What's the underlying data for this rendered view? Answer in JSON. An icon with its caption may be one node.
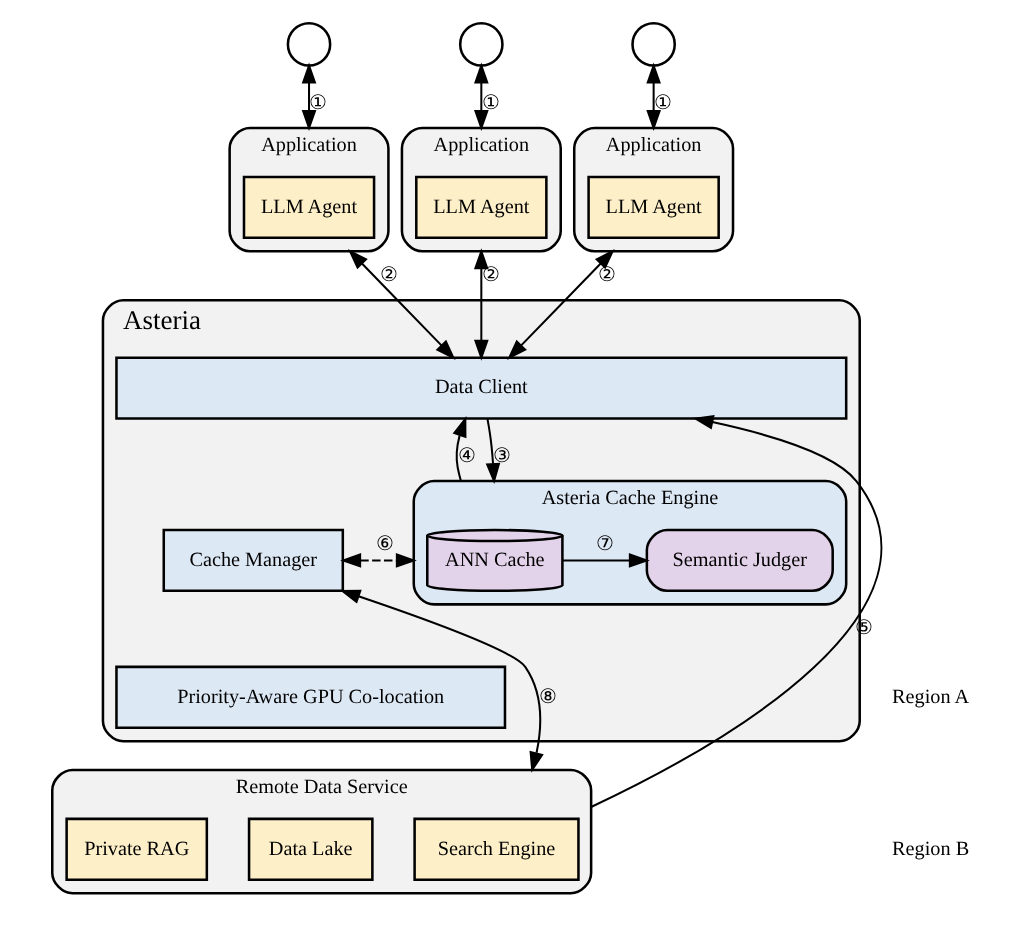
{
  "diagram": {
    "nodes": [
      {
        "text": [],
        "shape": "person"
      },
      {
        "text": [],
        "shape": "person"
      },
      {
        "text": [],
        "shape": "person"
      },
      {
        "text": [
          "Application"
        ]
      },
      {
        "text": [
          "LLM Agent"
        ],
        "in": 3
      },
      {
        "text": [
          "Application"
        ]
      },
      {
        "text": [
          "LLM Agent"
        ],
        "in": 5
      },
      {
        "text": [
          "Application"
        ]
      },
      {
        "text": [
          "LLM Agent"
        ],
        "in": 7
      },
      {
        "text": [
          "Asteria"
        ]
      },
      {
        "text": [
          "Data Client"
        ],
        "in": 9
      },
      {
        "text": [
          "Cache Manager"
        ],
        "in": 9
      },
      {
        "text": [
          "Asteria Cache Engine"
        ],
        "in": 9
      },
      {
        "text": [
          "ANN Cache"
        ],
        "in": 12
      },
      {
        "text": [
          "Semantic Judger"
        ],
        "in": 12
      },
      {
        "text": [
          "Priority-Aware GPU Co-location"
        ],
        "in": 9
      },
      {
        "text": [
          "Remote Data Service"
        ]
      },
      {
        "text": [
          "Search Engine"
        ],
        "in": 16
      },
      {
        "text": [
          "Private RAG"
        ],
        "in": 16
      },
      {
        "text": [
          "Data Lake"
        ],
        "in": 16
      }
    ],
    "edges": [
      {
        "from": 0,
        "to": 3,
        "arrow": "both",
        "label": "①"
      },
      {
        "from": 1,
        "to": 5,
        "arrow": "both",
        "label": "①"
      },
      {
        "from": 2,
        "to": 7,
        "arrow": "both",
        "label": "①"
      },
      {
        "from": 3,
        "to": 10,
        "arrow": "both",
        "label": "②"
      },
      {
        "from": 5,
        "to": 10,
        "arrow": "both",
        "label": "②"
      },
      {
        "from": 7,
        "to": 10,
        "arrow": "both",
        "label": "②"
      },
      {
        "from": 10,
        "to": 12,
        "arrow": "to",
        "label": "③"
      },
      {
        "from": 12,
        "to": 10,
        "arrow": "to",
        "label": "④"
      },
      {
        "from": 16,
        "to": 10,
        "arrow": "to",
        "label": "⑤"
      },
      {
        "from": 11,
        "to": 12,
        "arrow": "both",
        "label": "⑥",
        "style": "dashed"
      },
      {
        "from": 13,
        "to": 14,
        "arrow": "to",
        "label": "⑦"
      },
      {
        "from": 11,
        "to": 16,
        "arrow": "both",
        "label": "⑧"
      }
    ],
    "labels": [
      "Region A",
      "Region B"
    ]
  }
}
